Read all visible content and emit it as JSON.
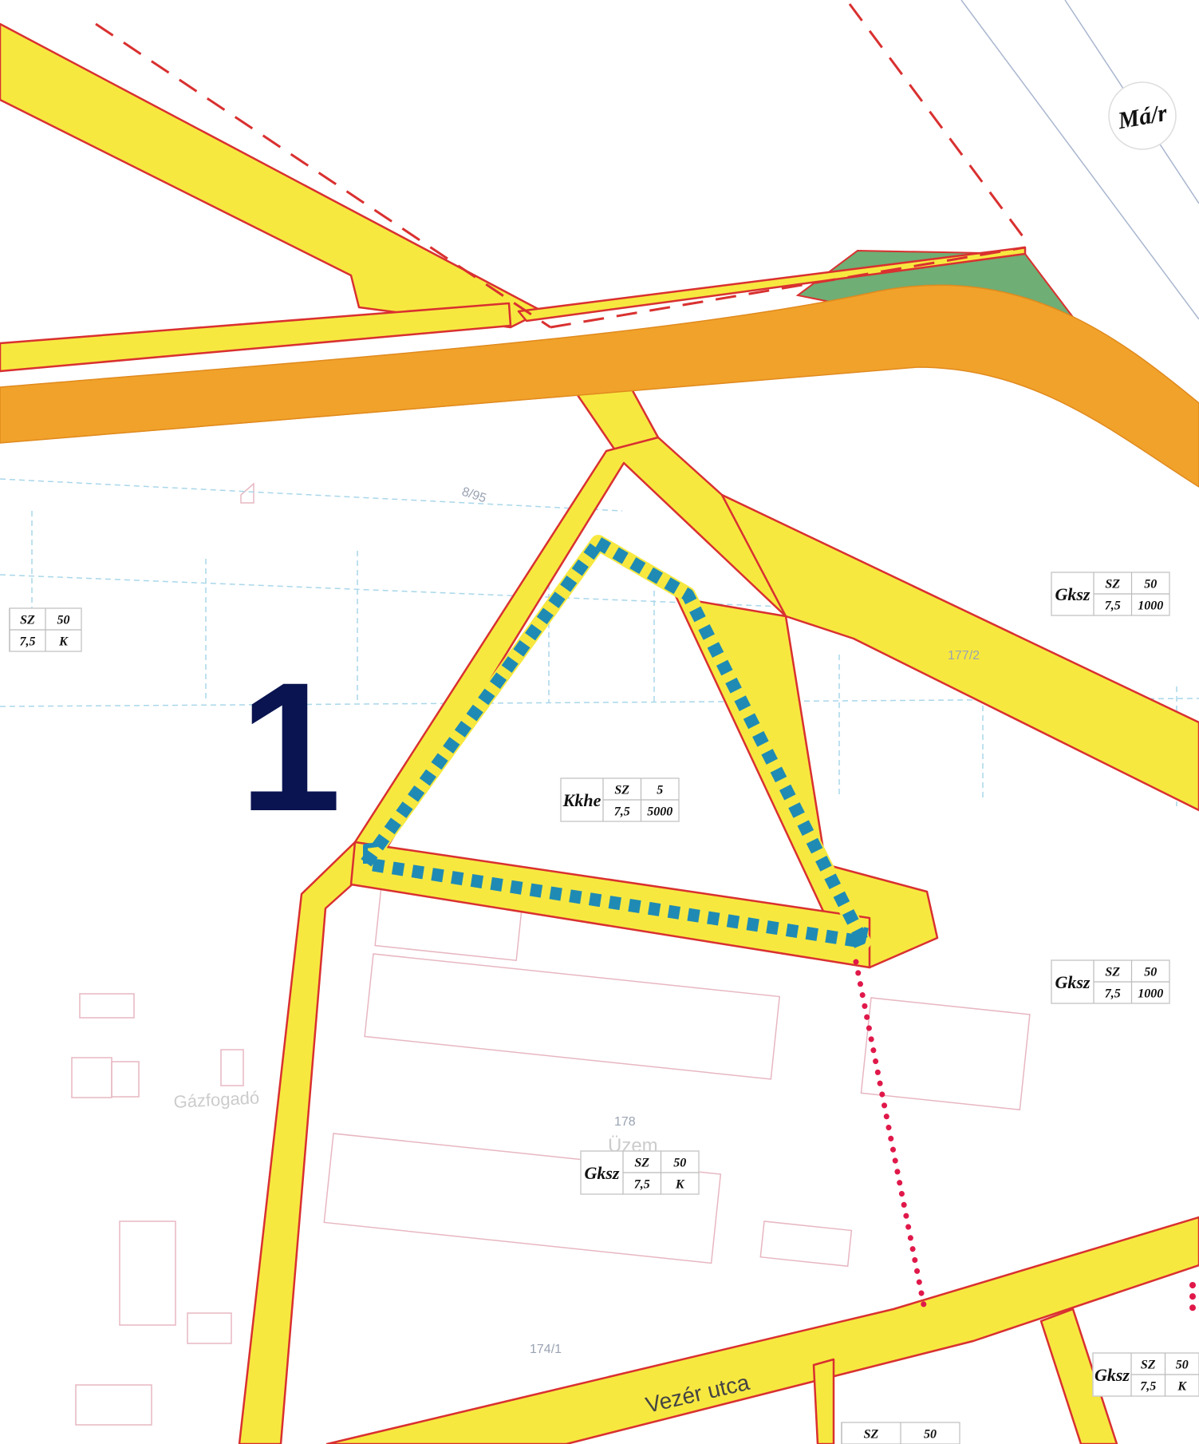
{
  "colors": {
    "road": "#f7e840",
    "road_edge": "#d93030",
    "highway": "#f1a22a",
    "green": "#6fae74",
    "boundary": "#1f8bb5",
    "marker": "#0a1450",
    "red_dots": "#e0184a"
  },
  "map": {
    "sheet_marker": "1",
    "corner_badge": "Má/r",
    "place_labels": {
      "gas_station": "Gázfogadó",
      "plant": "Üzem",
      "street": "Vezér utca"
    },
    "parcel_numbers": [
      "8/95",
      "178",
      "177/2",
      "174/1"
    ],
    "zones": [
      {
        "code": "Kkhe",
        "cells": [
          "SZ",
          "5",
          "7,5",
          "5000"
        ]
      },
      {
        "code": "Gksz",
        "cells": [
          "SZ",
          "50",
          "7,5",
          "1000"
        ]
      },
      {
        "code": "Gksz",
        "cells": [
          "SZ",
          "50",
          "7,5",
          "1000"
        ]
      },
      {
        "code": "Gksz",
        "cells": [
          "SZ",
          "50",
          "7,5",
          "K"
        ]
      },
      {
        "code": "",
        "cells": [
          "SZ",
          "50",
          "7,5",
          "K"
        ]
      },
      {
        "code": "Gksz",
        "cells": [
          "SZ",
          "50",
          "7,5",
          "K"
        ]
      },
      {
        "code": "",
        "cells": [
          "SZ",
          "50",
          "",
          ""
        ]
      }
    ]
  }
}
